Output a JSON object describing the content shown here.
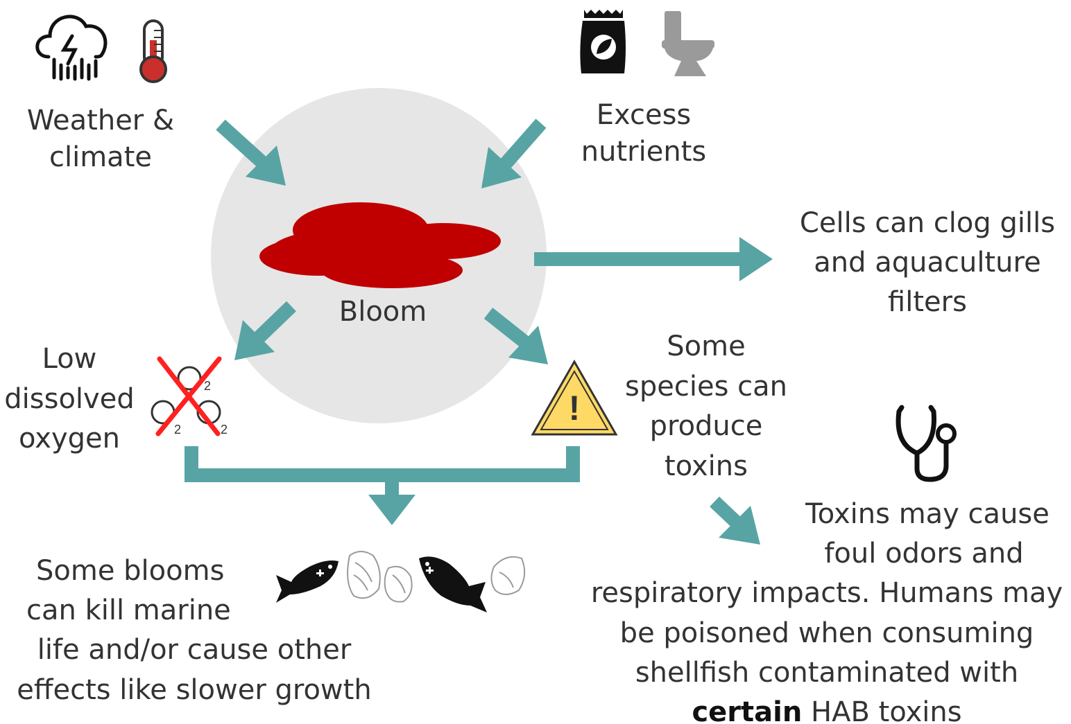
{
  "colors": {
    "arrow": "#58a4a4",
    "bloom": "#c00000",
    "circle": "#e6e6e6",
    "cross": "#ff2020",
    "warning_fill": "#ffd966",
    "text": "#333333"
  },
  "nodes": {
    "weather": {
      "lines": [
        "Weather &",
        "climate"
      ],
      "icons": [
        "storm-cloud-icon",
        "thermometer-icon"
      ]
    },
    "nutrients": {
      "lines": [
        "Excess",
        "nutrients"
      ],
      "icons": [
        "fertilizer-bag-icon",
        "toilet-icon"
      ]
    },
    "bloom": {
      "label": "Bloom"
    },
    "clog": {
      "lines": [
        "Cells can clog gills",
        "and aquaculture",
        "filters"
      ]
    },
    "oxygen": {
      "lines": [
        "Low",
        "dissolved",
        "oxygen"
      ],
      "subscripts": [
        "2",
        "2",
        "2"
      ]
    },
    "toxins": {
      "lines": [
        "Some",
        "species can",
        "produce",
        "toxins"
      ],
      "warning_mark": "!"
    },
    "marine": {
      "lines": [
        "Some blooms",
        "can kill marine",
        "life and/or cause other",
        "effects like slower growth"
      ]
    },
    "human": {
      "lines": [
        "Toxins may cause",
        "foul odors and",
        "respiratory impacts. Humans may",
        "be poisoned when consuming",
        "shellfish contaminated with"
      ],
      "last_line_bold": "certain",
      "last_line_rest": " HAB toxins"
    }
  }
}
